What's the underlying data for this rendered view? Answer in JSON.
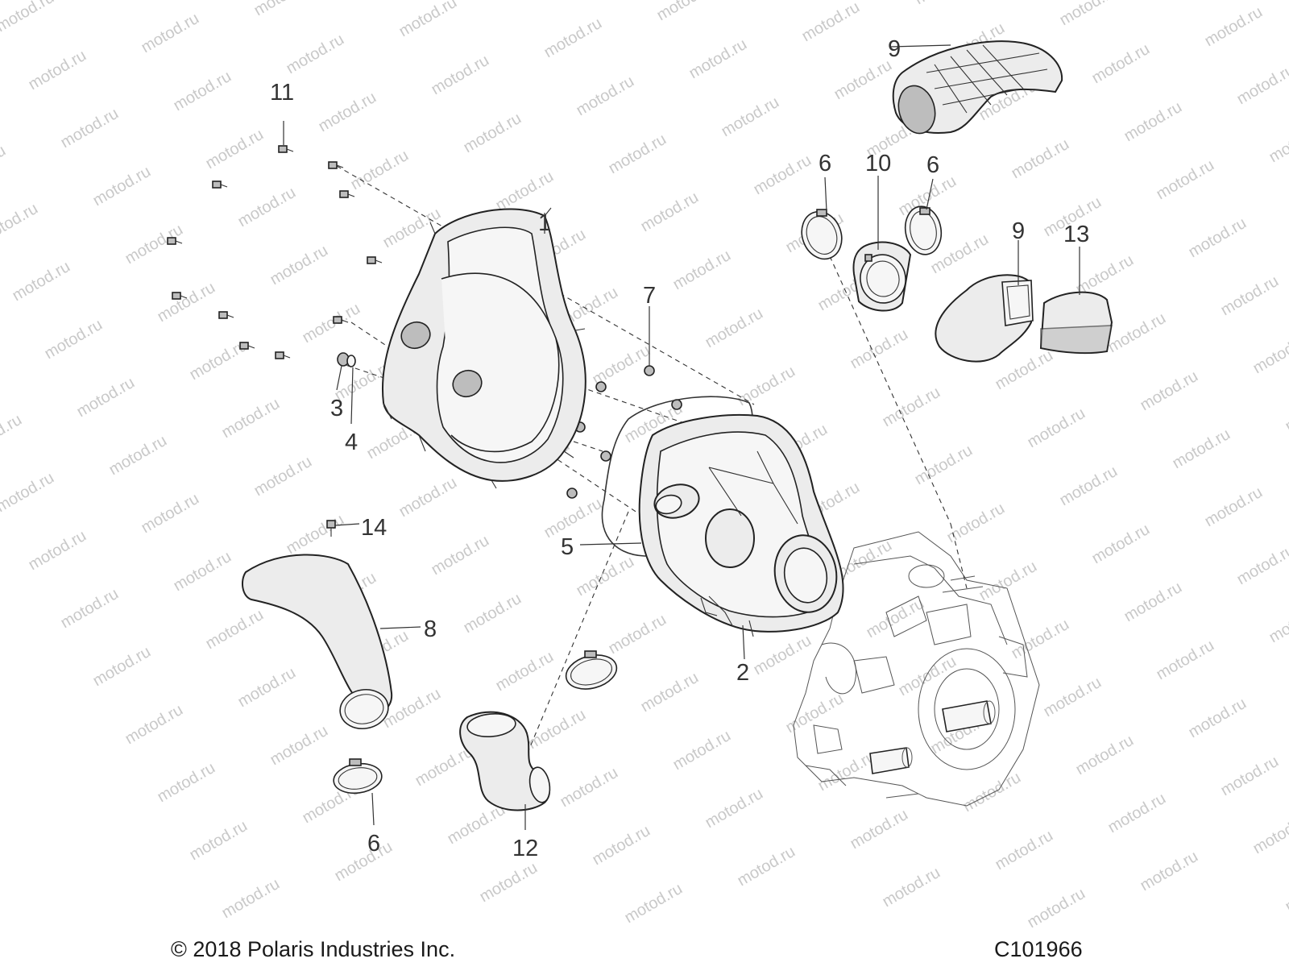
{
  "watermark": {
    "text": "motod.ru"
  },
  "callouts": {
    "c1": "1",
    "c2": "2",
    "c3": "3",
    "c4": "4",
    "c5": "5",
    "c6a": "6",
    "c6b": "6",
    "c6c": "6",
    "c7": "7",
    "c8": "8",
    "c9a": "9",
    "c9b": "9",
    "c10": "10",
    "c11": "11",
    "c12": "12",
    "c13": "13",
    "c14": "14"
  },
  "footer": {
    "copyright": "© 2018 Polaris Industries Inc.",
    "drawing_number": "C101966"
  },
  "colors": {
    "line": "#222222",
    "part_fill": "#ececec",
    "watermark": "#c9c9c9"
  }
}
